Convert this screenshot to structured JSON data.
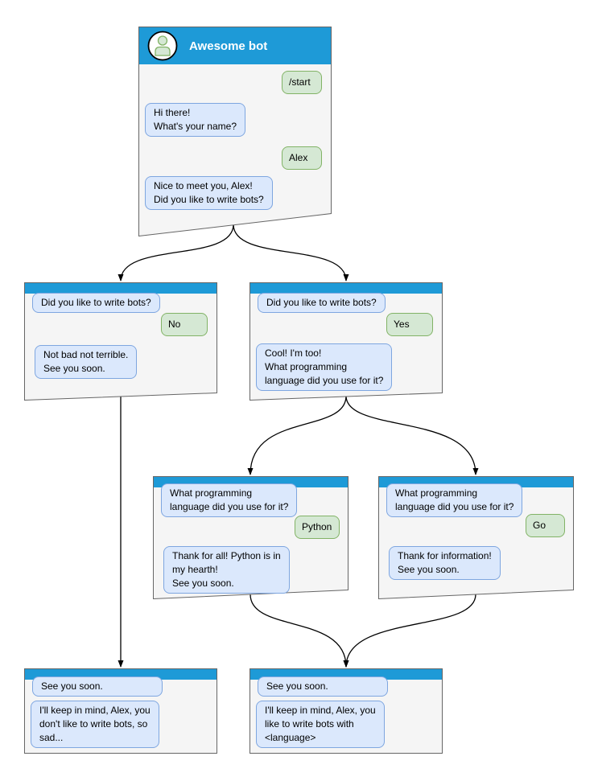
{
  "diagram": {
    "bot_name": "Awesome bot",
    "colors": {
      "titlebar_blue": "#1e9ad7",
      "window_bg": "#f5f5f5",
      "window_border": "#666666",
      "bot_bubble_fill": "#dbe8fc",
      "bot_bubble_border": "#7ea6e0",
      "user_bubble_fill": "#d5e8d4",
      "user_bubble_border": "#82b366",
      "arrow_color": "#000000"
    },
    "windows": {
      "root": {
        "title": "Awesome bot",
        "avatar_icon": "person-icon",
        "messages": [
          {
            "side": "user",
            "text": "/start"
          },
          {
            "side": "bot",
            "text": "Hi there!\nWhat's your name?"
          },
          {
            "side": "user",
            "text": "Alex"
          },
          {
            "side": "bot",
            "text": "Nice to meet you, Alex!\nDid you like to write bots?"
          }
        ]
      },
      "branch_no": {
        "messages": [
          {
            "side": "bot",
            "text": "Did you like to write bots?"
          },
          {
            "side": "user",
            "text": "No"
          },
          {
            "side": "bot",
            "text": "Not bad not terrible.\nSee you soon."
          }
        ]
      },
      "branch_yes": {
        "messages": [
          {
            "side": "bot",
            "text": "Did you like to write bots?"
          },
          {
            "side": "user",
            "text": "Yes"
          },
          {
            "side": "bot",
            "text": "Cool! I'm too!\nWhat programming\nlanguage did you use for it?"
          }
        ]
      },
      "branch_python": {
        "messages": [
          {
            "side": "bot",
            "text": "What programming\nlanguage did you use for it?"
          },
          {
            "side": "user",
            "text": "Python"
          },
          {
            "side": "bot",
            "text": "Thank for all! Python is in\nmy hearth!\nSee you soon."
          }
        ]
      },
      "branch_go": {
        "messages": [
          {
            "side": "bot",
            "text": "What programming\nlanguage did you use for it?"
          },
          {
            "side": "user",
            "text": "Go"
          },
          {
            "side": "bot",
            "text": "Thank for information!\nSee you soon."
          }
        ]
      },
      "end_no": {
        "messages": [
          {
            "side": "bot",
            "text": "See you soon."
          },
          {
            "side": "bot",
            "text": "I'll keep in mind, Alex, you\ndon't like to write bots, so\nsad..."
          }
        ]
      },
      "end_yes": {
        "messages": [
          {
            "side": "bot",
            "text": "See you soon."
          },
          {
            "side": "bot",
            "text": "I'll keep in mind, Alex, you\nlike to write bots with\n<language>"
          }
        ]
      }
    },
    "edges": [
      {
        "from": "root",
        "to": "branch_no"
      },
      {
        "from": "root",
        "to": "branch_yes"
      },
      {
        "from": "branch_no",
        "to": "end_no"
      },
      {
        "from": "branch_yes",
        "to": "branch_python"
      },
      {
        "from": "branch_yes",
        "to": "branch_go"
      },
      {
        "from": "branch_python",
        "to": "end_yes"
      },
      {
        "from": "branch_go",
        "to": "end_yes"
      }
    ]
  }
}
